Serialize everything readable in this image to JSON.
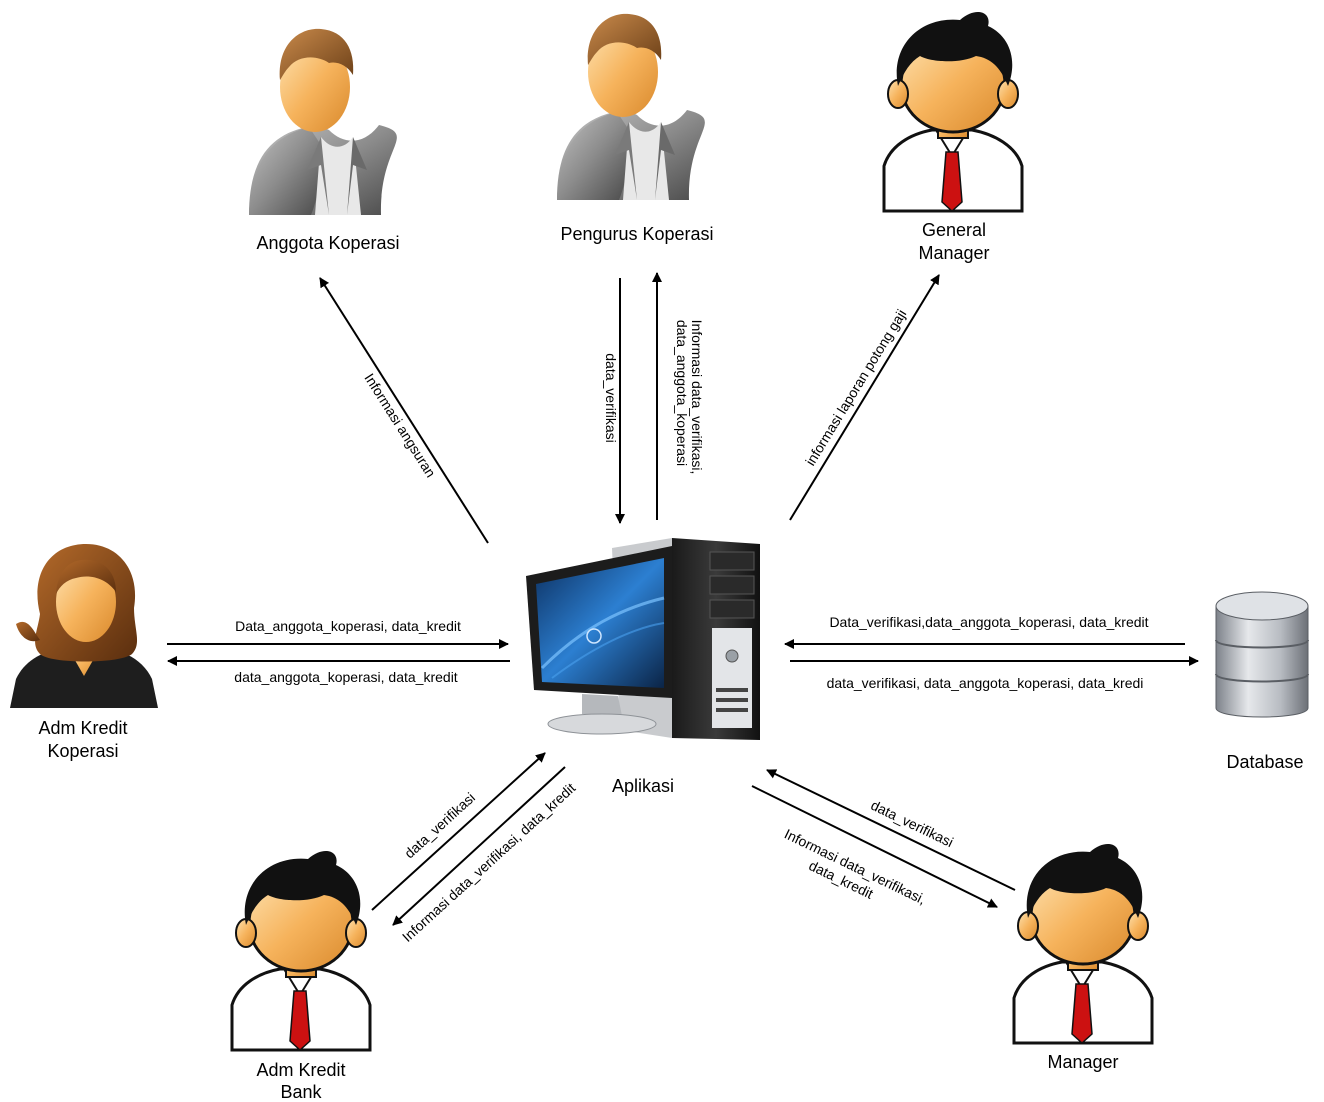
{
  "nodes": {
    "anggota": {
      "label": "Anggota Koperasi",
      "icon": "business-person-gray-suit-icon"
    },
    "pengurus": {
      "label": "Pengurus Koperasi",
      "icon": "business-person-gray-suit-icon"
    },
    "gm": {
      "label_line1": "General",
      "label_line2": "Manager",
      "icon": "manager-person-red-tie-icon"
    },
    "adm_kredit_koperasi": {
      "label_line1": "Adm Kredit",
      "label_line2": "Koperasi",
      "icon": "woman-person-icon"
    },
    "aplikasi": {
      "label": "Aplikasi",
      "icon": "desktop-computer-icon"
    },
    "database": {
      "label": "Database",
      "icon": "database-cylinder-icon"
    },
    "adm_kredit_bank": {
      "label_line1": "Adm Kredit",
      "label_line2": "Bank",
      "icon": "manager-person-red-tie-icon"
    },
    "manager": {
      "label": "Manager",
      "icon": "manager-person-red-tie-icon"
    }
  },
  "edges": {
    "informasi_angsuran": "Informasi angsuran",
    "pengurus_data_verifikasi": "data_verifikasi",
    "pengurus_info_line1": "Informasi data_verifikasi,",
    "pengurus_info_line2": "data_anggota_koperasi",
    "gm_info": "informasi laporan potong gaji",
    "adm_to_app": "Data_anggota_koperasi, data_kredit",
    "app_to_adm": "data_anggota_koperasi, data_kredit",
    "db_to_app": "Data_verifikasi,data_anggota_koperasi, data_kredit",
    "app_to_db": "data_verifikasi, data_anggota_koperasi, data_kredi",
    "bank_data_verifikasi": "data_verifikasi",
    "bank_info": "Informasi data_verifikasi, data_kredit",
    "manager_data_verifikasi": "data_verifikasi",
    "manager_info_line1": "Informasi data_verifikasi,",
    "manager_info_line2": "data_kredit"
  },
  "colors": {
    "line": "#000000",
    "skin": "#f6b35c",
    "hair_dark": "#111111",
    "hair_brown": "#8b5a2b",
    "gray_suit": "#8c8c8c",
    "tie_red": "#cc1111",
    "screen_blue": "#1a5fa8",
    "db_silver": "#b8bcc2"
  }
}
